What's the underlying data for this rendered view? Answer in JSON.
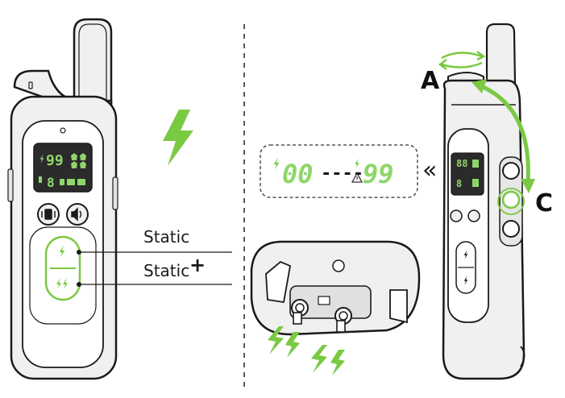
{
  "labels": {
    "static": "Static",
    "static_plus": "Static",
    "plus": "+",
    "point_a": "A",
    "point_c": "C",
    "lcd_digits_top": "99",
    "lcd_digits_bottom": "8",
    "range_low": "00",
    "range_dashes": "----",
    "range_high": "99",
    "side_digits_top": "88",
    "side_digits_bottom": "8",
    "chevrons": "«"
  },
  "icons": {
    "zap": "lightning-bolt-icon",
    "vibrate": "vibrate-icon",
    "sound": "speaker-icon",
    "warning": "warning-triangle-icon",
    "rotate": "rotate-arrows-icon",
    "light": "flashlight-icon",
    "ch": "channel-icon",
    "power": "power-icon"
  },
  "colors": {
    "green": "#7ac943",
    "lcd_green": "#8fd66a",
    "outline": "#1a1a1a",
    "body_gray": "#f0f0f0"
  }
}
